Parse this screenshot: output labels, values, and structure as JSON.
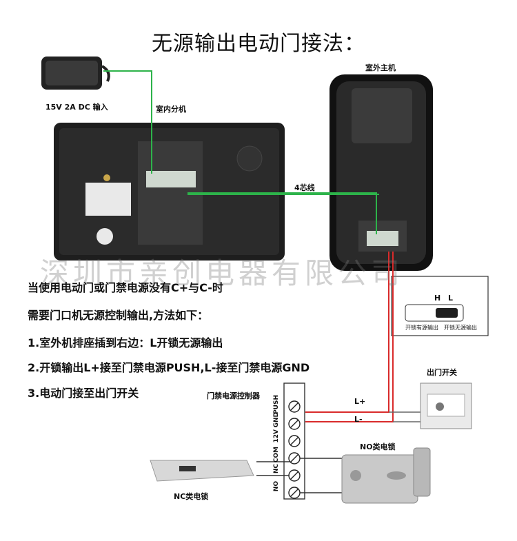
{
  "title": "无源输出电动门接法：",
  "labels": {
    "power_adapter": "15V 2A DC  输入",
    "indoor_unit": "室内分机",
    "outdoor_unit": "室外主机",
    "cable": "4芯线",
    "exit_switch": "出门开关",
    "access_controller": "门禁电源控制器",
    "no_lock": "NO类电锁",
    "nc_lock": "NC类电锁",
    "wire_lplus": "L+",
    "wire_lminus": "L-",
    "jumper_h": "H",
    "jumper_l": "L",
    "jumper_left_caption": "开锁有源输出",
    "jumper_right_caption": "开锁无源输出"
  },
  "watermark": "深圳市亲创电器有限公司",
  "notes": [
    "当使用电动门或门禁电源没有C+与C-时",
    "需要门口机无源控制输出,方法如下：",
    "1.室外机排座插到右边：L开锁无源输出",
    "2.开锁输出L+接至门禁电源PUSH,L-接至门禁电源GND",
    "3.电动门接至出门开关"
  ],
  "terminals": [
    "PUSH",
    "GND",
    "12V",
    "COM",
    "NC",
    "NO"
  ],
  "colors": {
    "green_wire": "#2db34a",
    "red_wire": "#d92b2b",
    "device_dark": "#2a2a2a"
  }
}
